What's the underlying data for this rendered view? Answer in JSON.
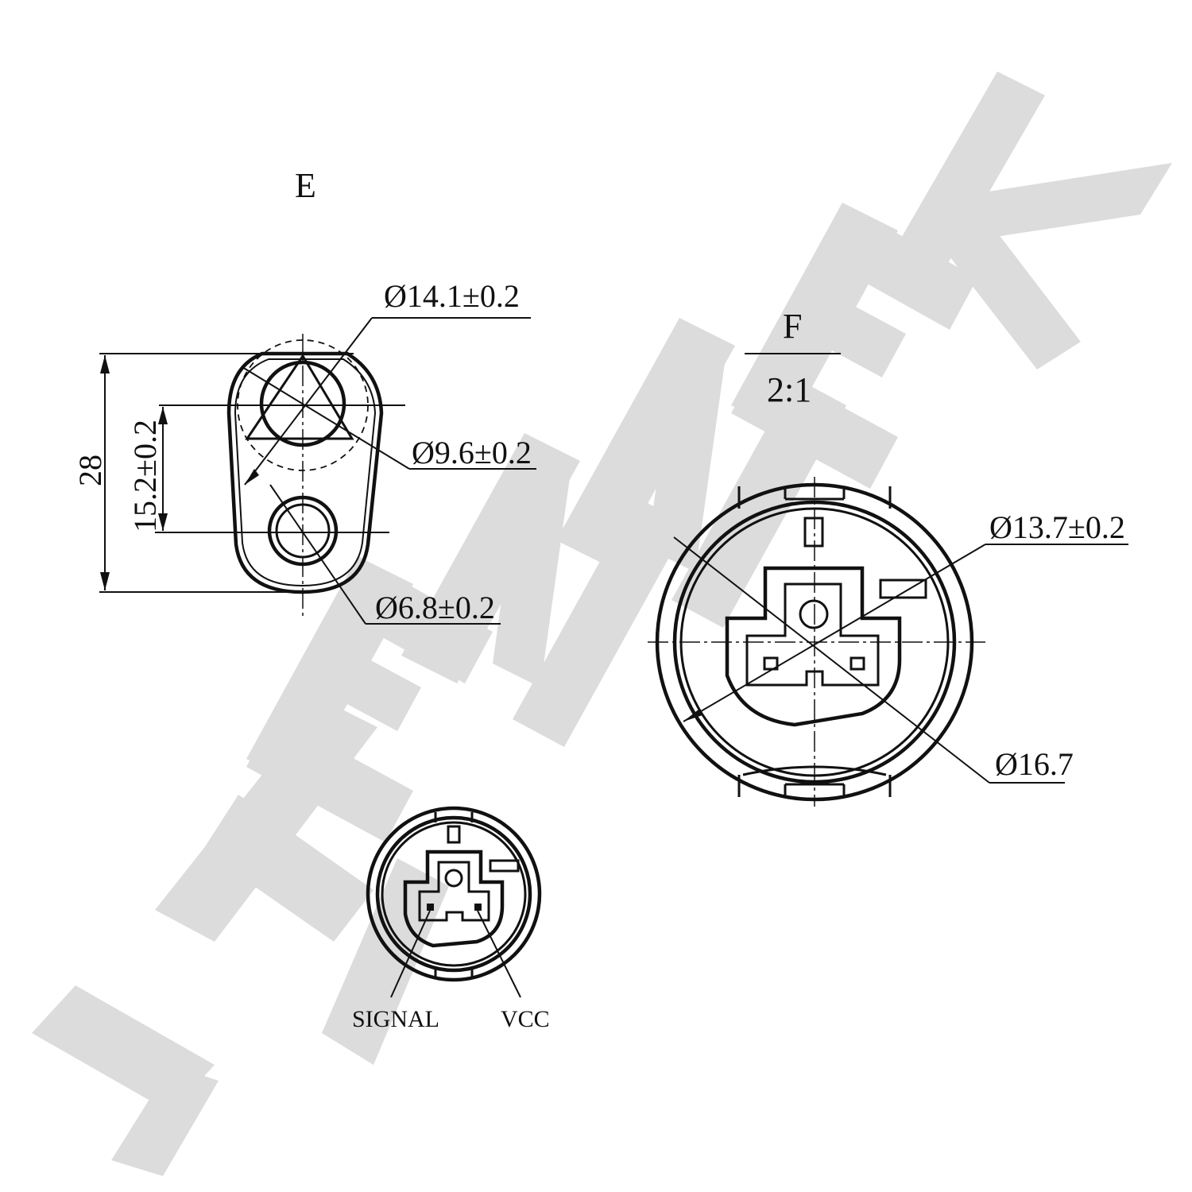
{
  "watermark": {
    "text": "ZENNEK",
    "color": "#dcdcdc"
  },
  "view_e": {
    "label": "E",
    "dim_outer_diameter": "Ø14.1±0.2",
    "dim_inner_diameter": "Ø9.6±0.2",
    "dim_small_hole": "Ø6.8±0.2",
    "dim_height": "28",
    "dim_hole_spacing": "15.2±0.2"
  },
  "view_f": {
    "label": "F",
    "scale": "2:1",
    "dim_inner_diameter": "Ø13.7±0.2",
    "dim_outer_diameter": "Ø16.7"
  },
  "connector_face": {
    "pin_left": "SIGNAL",
    "pin_right": "VCC"
  }
}
